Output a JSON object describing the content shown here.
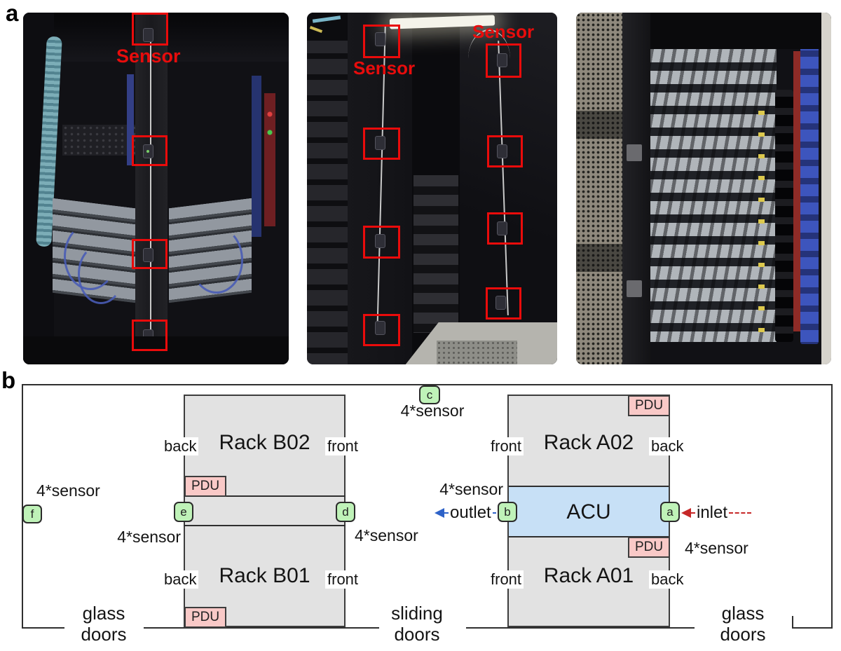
{
  "panel_a": {
    "label": "a",
    "photo1": {
      "annotation": "Sensor",
      "sensor_boxes": 4
    },
    "photo2": {
      "annotations": [
        "Sensor",
        "Sensor"
      ],
      "sensor_boxes": 8
    },
    "photo3": {
      "sensor_boxes": 0
    }
  },
  "panel_b": {
    "label": "b",
    "racks": {
      "b02": {
        "name": "Rack B02",
        "left": "back",
        "right": "front",
        "pdu": "PDU"
      },
      "b01": {
        "name": "Rack B01",
        "left": "back",
        "right": "front",
        "pdu": "PDU"
      },
      "a02": {
        "name": "Rack A02",
        "left": "front",
        "right": "back",
        "pdu": "PDU"
      },
      "a01": {
        "name": "Rack A01",
        "left": "front",
        "right": "back",
        "pdu": "PDU"
      }
    },
    "acu": {
      "name": "ACU"
    },
    "sensor_points": {
      "a": {
        "id": "a",
        "note": "4*sensor"
      },
      "b": {
        "id": "b",
        "note": "4*sensor"
      },
      "c": {
        "id": "c",
        "note": "4*sensor"
      },
      "d": {
        "id": "d",
        "note": "4*sensor"
      },
      "e": {
        "id": "e",
        "note": "4*sensor"
      },
      "f": {
        "id": "f",
        "note": "4*sensor"
      }
    },
    "airflow": {
      "outlet": "outlet",
      "inlet": "inlet"
    },
    "doors": {
      "left": {
        "line1": "glass",
        "line2": "doors"
      },
      "middle": {
        "line1": "sliding",
        "line2": "doors"
      },
      "right": {
        "line1": "glass",
        "line2": "doors"
      }
    }
  },
  "colors": {
    "annotation_red": "#ea0b0b",
    "sensor_point_green": "#bff2b8",
    "pdu_pink": "#f9c9c7",
    "acu_blue": "#c7e0f6",
    "rack_gray": "#e2e2e2",
    "outlet_arrow_blue": "#2e62c8",
    "inlet_arrow_red": "#c62828"
  }
}
